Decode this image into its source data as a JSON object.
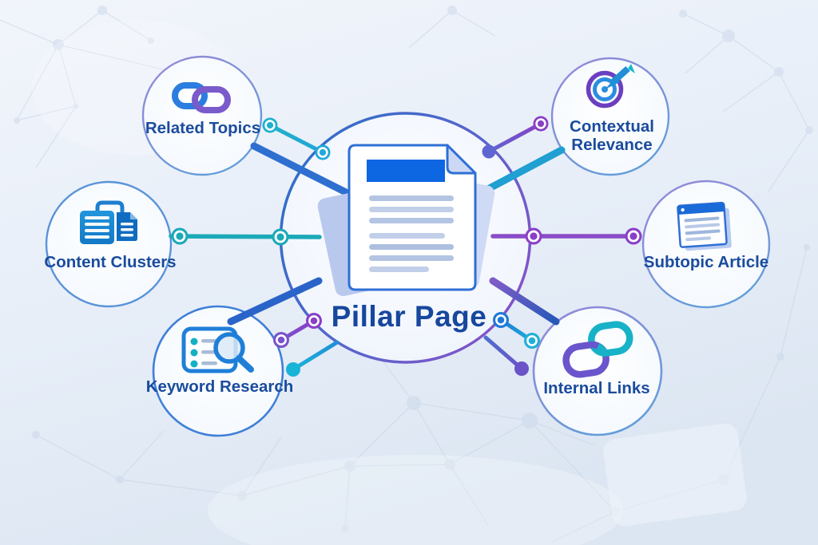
{
  "diagram": {
    "center": {
      "label": "Pillar Page",
      "icon": "pillar-document-icon"
    },
    "nodes": {
      "related_topics": {
        "label": "Related Topics",
        "icon": "linked-chain-icon"
      },
      "contextual_relevance": {
        "label_line1": "Contextual",
        "label_line2": "Relevance",
        "icon": "target-dart-icon"
      },
      "content_clusters": {
        "label": "Content Clusters",
        "icon": "document-stack-icon"
      },
      "subtopic_article": {
        "label": "Subtopic Article",
        "icon": "browser-window-icon"
      },
      "keyword_research": {
        "label": "Keyword Research",
        "icon": "list-magnifier-icon"
      },
      "internal_links": {
        "label": "Internal Links",
        "icon": "chain-links-icon"
      }
    },
    "colors": {
      "label_text": "#1a4c9d",
      "center_text": "#17479e",
      "blue": "#2c6fd1",
      "dark_blue_line": "#2a64c8",
      "teal": "#1ba9b8",
      "cyan": "#1fb0d9",
      "purple": "#8a4cc8",
      "violet": "#6a54cb",
      "doc_header_blue": "#0d66e2",
      "doc_line_gray": "#b4c4e3",
      "background": "#e7edf7"
    }
  }
}
